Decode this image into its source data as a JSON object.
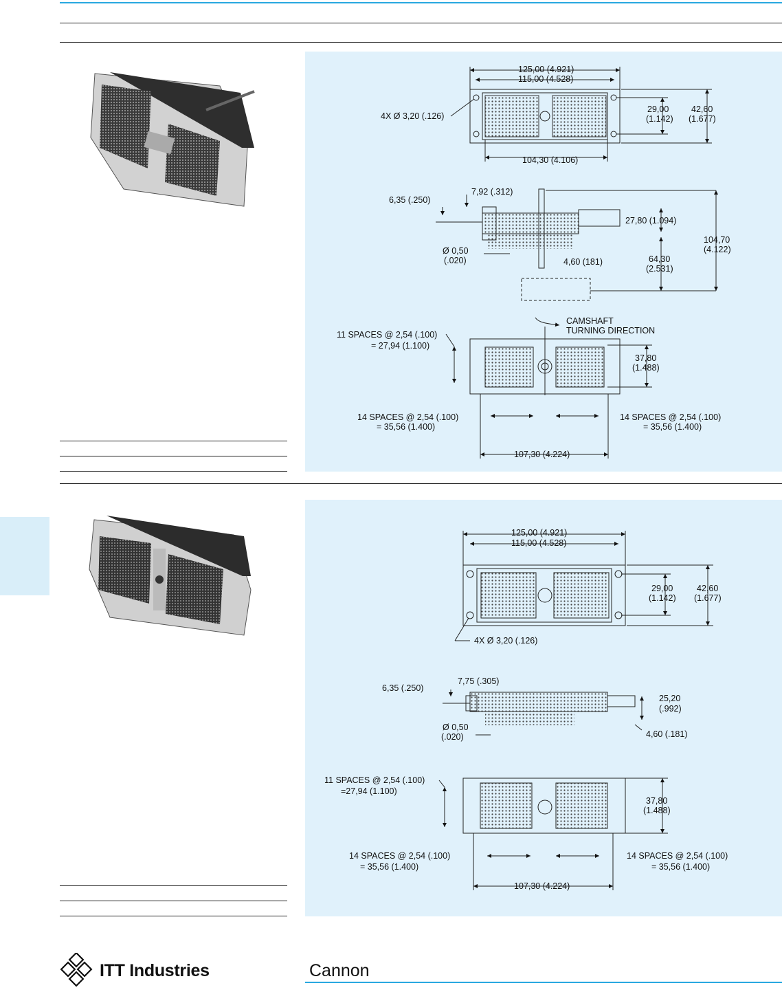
{
  "page": {
    "accent_color": "#29a8e0",
    "panel_color": "#e0f1fb"
  },
  "section1": {
    "dim_overall_width": "125,00 (4.921)",
    "dim_inner_width": "115,00 (4.528)",
    "dim_holes": "4X Ø 3,20 (.126)",
    "dim_hole_spacing_v": "29,00",
    "dim_hole_spacing_v_in": "(1.142)",
    "dim_height": "42,60",
    "dim_height_in": "(1.677)",
    "dim_body_width": "104,30 (4.106)",
    "dim_flange_offset": "7,92 (.312)",
    "dim_flange_thk": "6,35 (.250)",
    "dim_pin_len": "27,80 (1.094)",
    "dim_total_height": "104,70",
    "dim_total_height_in": "(4.122)",
    "dim_pin_dia": "Ø 0,50",
    "dim_pin_dia_in": "(.020)",
    "dim_pin_extension": "4,60 (181)",
    "dim_cam_len": "64,30",
    "dim_cam_len_in": "(2.531)",
    "note_cam_line1": "CAMSHAFT",
    "note_cam_line2": "TURNING DIRECTION",
    "dim_rows_spaces": "11 SPACES @ 2,54 (.100)",
    "dim_rows_total": "= 27,94 (1.100)",
    "dim_mount_v": "37,80",
    "dim_mount_v_in": "(1.488)",
    "dim_cols_spaces": "14 SPACES @ 2,54 (.100)",
    "dim_cols_total": "= 35,56 (1.400)",
    "dim_mount_h": "107,30 (4.224)"
  },
  "section2": {
    "dim_overall_width": "125,00 (4.921)",
    "dim_inner_width": "115,00 (4.528)",
    "dim_holes": "4X Ø 3,20 (.126)",
    "dim_hole_spacing_v": "29,00",
    "dim_hole_spacing_v_in": "(1.142)",
    "dim_height": "42,60",
    "dim_height_in": "(1.677)",
    "dim_flange_offset": "7,75 (.305)",
    "dim_flange_thk": "6,35 (.250)",
    "dim_pin_len": "25,20",
    "dim_pin_len_in": "(.992)",
    "dim_pin_dia": "Ø 0,50",
    "dim_pin_dia_in": "(.020)",
    "dim_pin_extension": "4,60 (.181)",
    "dim_rows_spaces": "11 SPACES @ 2,54 (.100)",
    "dim_rows_total": "=27,94 (1.100)",
    "dim_mount_v": "37,80",
    "dim_mount_v_in": "(1.488)",
    "dim_cols_spaces": "14 SPACES @ 2,54 (.100)",
    "dim_cols_total": "= 35,56 (1.400)",
    "dim_mount_h": "107,30 (4.224)"
  },
  "footer": {
    "company": "ITT Industries",
    "brand": "Cannon"
  }
}
